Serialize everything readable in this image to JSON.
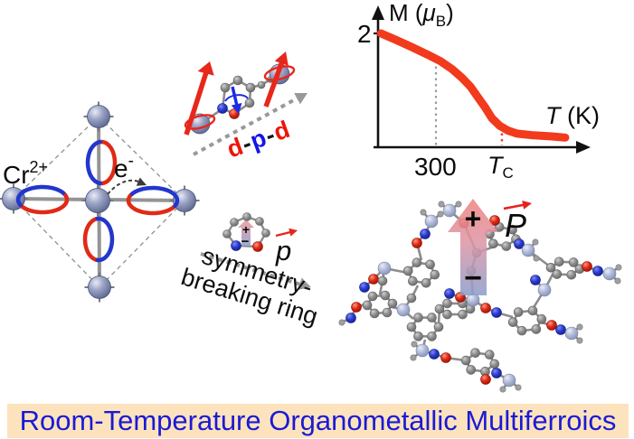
{
  "figure": {
    "crystal": {
      "ion_label": "Cr",
      "ion_charge": "2+",
      "electron_label": "e",
      "electron_charge": "-"
    },
    "exchange_label": {
      "d1": "d",
      "sep1": "-",
      "p": "p",
      "sep2": "-",
      "d2": "d"
    },
    "magnetization_plot": {
      "y_axis_label_prefix": "M (",
      "y_axis_label_mu": "μ",
      "y_axis_label_sub": "B",
      "y_axis_label_suffix": ")",
      "y_tick": "2",
      "x_tick_300": "300",
      "x_tick_tc_main": "T",
      "x_tick_tc_sub": "C",
      "x_axis_label_t": "T",
      "x_axis_label_unit": " (K)"
    },
    "dipole_ring": {
      "plus": "+",
      "minus": "−",
      "vector_label": "p"
    },
    "symmetry_caption": {
      "line1": "symmetry-",
      "line2": "breaking ring"
    },
    "polarization_arrow": {
      "plus": "+",
      "minus": "−",
      "vector_label": "P"
    },
    "banner": {
      "title": "Room-Temperature Organometallic Multiferroics",
      "background": "#fce3bd",
      "text_color": "#1a1ad6"
    },
    "colors": {
      "curve_red": "#f23a1d",
      "spin_arrow_red": "#e8271c",
      "orbital_blue": "#2336cc",
      "orbital_red": "#e02a16",
      "dashed_gray": "#999999",
      "nitrogen_blue": "#2a3cd4",
      "oxygen_red": "#e02a16",
      "metal_sphere": "#9aa3c4",
      "carbon_gray": "#8b8b8b"
    }
  },
  "chart_data": {
    "type": "line",
    "title": "",
    "xlabel": "T (K)",
    "ylabel": "M (μB)",
    "x_ticks": [
      "300",
      "T_C"
    ],
    "x_tick_positions": [
      300,
      642
    ],
    "y_ticks": [
      "2"
    ],
    "ylim": [
      0,
      2.2
    ],
    "schematic": true,
    "grid": "dotted guide at T = 300 (gray) and at T_C (red)",
    "legend": "none",
    "series": [
      {
        "name": "Magnetization vs temperature",
        "x": [
          15,
          90,
          175,
          255,
          325,
          385,
          435,
          480,
          515,
          555,
          590,
          630,
          675,
          720,
          805,
          900,
          970
        ],
        "y": [
          2.0,
          1.89,
          1.76,
          1.63,
          1.51,
          1.37,
          1.22,
          1.06,
          0.89,
          0.7,
          0.51,
          0.38,
          0.29,
          0.24,
          0.21,
          0.19,
          0.17
        ]
      }
    ],
    "annotations": [
      "y-axis labeled M (μB) with arrow, value 2 marked at curve start",
      "x-axis labeled T (K) with arrow; ticks 300 and T_C",
      "thick red curve: ferromagnetic-like magnetization decay, tail above T_C"
    ],
    "curve_color": "#f23a1d"
  }
}
